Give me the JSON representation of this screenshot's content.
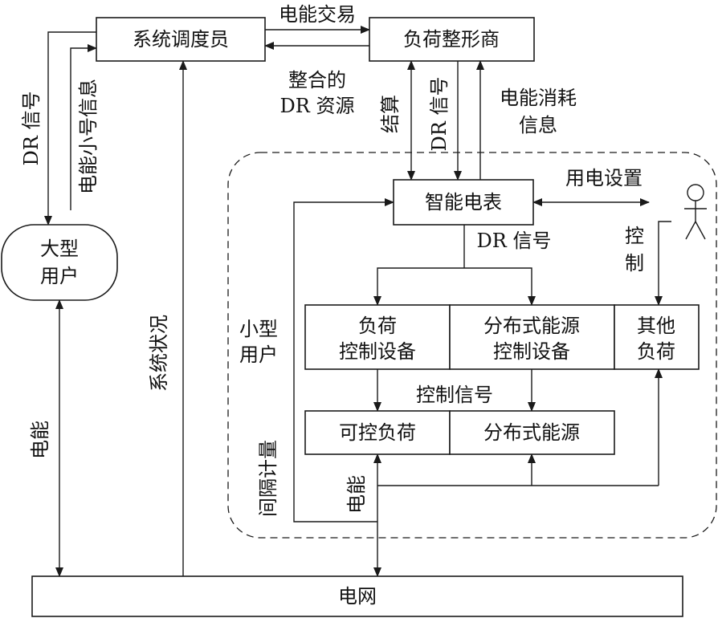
{
  "nodes": {
    "dispatcher": "系统调度员",
    "aggregator": "负荷整形商",
    "large_user_line1": "大型",
    "large_user_line2": "用户",
    "smart_meter": "智能电表",
    "load_ctrl_line1": "负荷",
    "load_ctrl_line2": "控制设备",
    "der_ctrl_line1": "分布式能源",
    "der_ctrl_line2": "控制设备",
    "other_load_line1": "其他",
    "other_load_line2": "负荷",
    "controllable_load": "可控负荷",
    "der": "分布式能源",
    "grid": "电网",
    "small_user_line1": "小型",
    "small_user_line2": "用户"
  },
  "edges": {
    "energy_trade": "电能交易",
    "integrated_dr_line1": "整合的",
    "integrated_dr_line2": "DR 资源",
    "dr_signal_left": "DR 信号",
    "small_energy_info": "电能小号信息",
    "settlement": "结算",
    "dr_signal_mid": "DR 信号",
    "consumption_info_line1": "电能消耗",
    "consumption_info_line2": "信息",
    "power_settings": "用电设置",
    "dr_signal_meter": "DR 信号",
    "control_line1": "控",
    "control_line2": "制",
    "control_signal": "控制信号",
    "system_status": "系统状况",
    "interval_metering": "间隔计量",
    "energy_left": "电能",
    "energy_inner": "电能"
  }
}
